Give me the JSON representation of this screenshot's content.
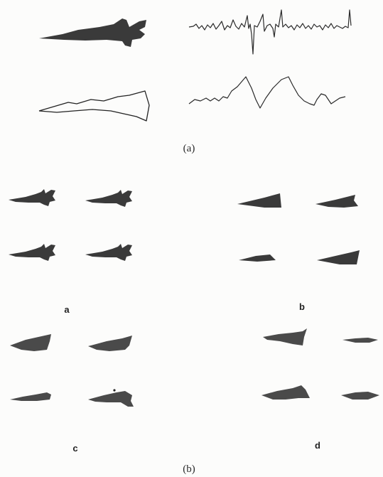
{
  "figure": {
    "part_a_label": "(a)",
    "part_b_label": "(b)",
    "panels": {
      "a": "a",
      "b": "b",
      "c": "c",
      "d": "d"
    }
  }
}
